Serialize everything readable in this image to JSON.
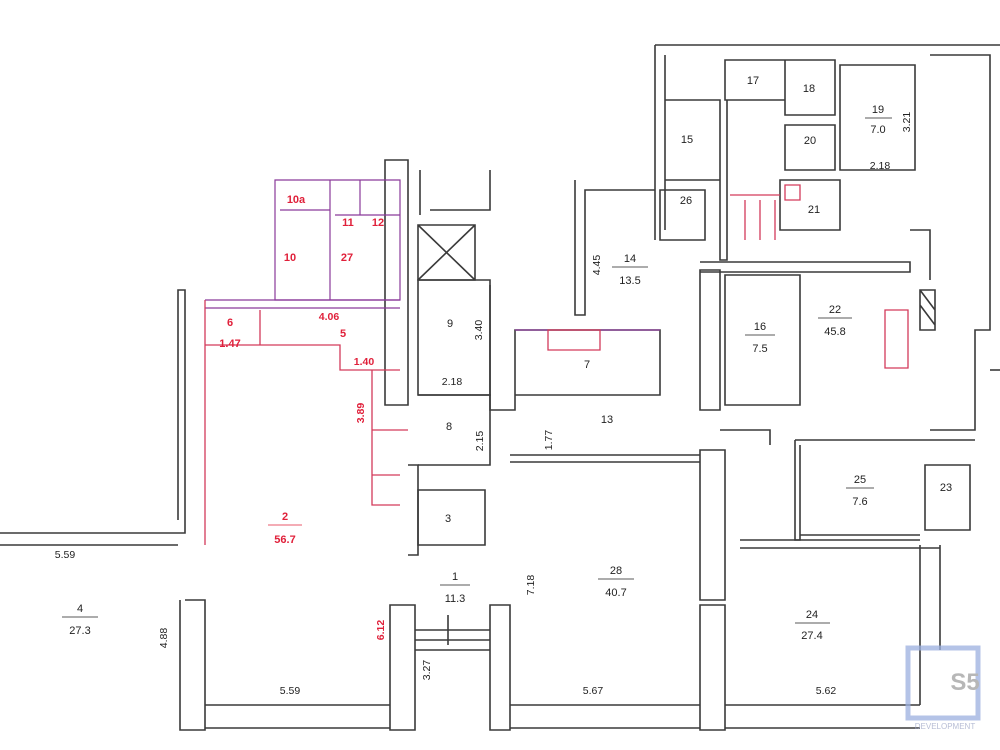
{
  "rooms": {
    "r1": {
      "num": "1",
      "area": "11.3"
    },
    "r2": {
      "num": "2",
      "area": "56.7"
    },
    "r3": {
      "num": "3"
    },
    "r4": {
      "num": "4",
      "area": "27.3"
    },
    "r5": {
      "num": "5"
    },
    "r6": {
      "num": "6",
      "area": "1.47"
    },
    "r7": {
      "num": "7"
    },
    "r8": {
      "num": "8"
    },
    "r9": {
      "num": "9"
    },
    "r10": {
      "num": "10"
    },
    "r10a": {
      "num": "10a"
    },
    "r11": {
      "num": "11"
    },
    "r12": {
      "num": "12"
    },
    "r13": {
      "num": "13"
    },
    "r14": {
      "num": "14",
      "area": "13.5"
    },
    "r15": {
      "num": "15"
    },
    "r16": {
      "num": "16",
      "area": "7.5"
    },
    "r17": {
      "num": "17"
    },
    "r18": {
      "num": "18"
    },
    "r19": {
      "num": "19",
      "area": "7.0"
    },
    "r20": {
      "num": "20"
    },
    "r21": {
      "num": "21"
    },
    "r22": {
      "num": "22",
      "area": "45.8"
    },
    "r23": {
      "num": "23"
    },
    "r24": {
      "num": "24",
      "area": "27.4"
    },
    "r25": {
      "num": "25",
      "area": "7.6"
    },
    "r26": {
      "num": "26"
    },
    "r27": {
      "num": "27"
    },
    "r28": {
      "num": "28",
      "area": "40.7"
    }
  },
  "dims": {
    "d1": "5.59",
    "d2": "5.59",
    "d3": "5.67",
    "d4": "5.62",
    "d5": "4.88",
    "d6": "3.27",
    "d7": "7.18",
    "d8": "3.40",
    "d9": "2.18",
    "d10": "2.15",
    "d11": "1.77",
    "d12": "4.45",
    "d13": "3.21",
    "d14": "2.18",
    "r1": "4.06",
    "r2": "1.40",
    "r3": "3.89",
    "r4": "6.12"
  },
  "logo": {
    "mark": "S5",
    "sub": "DEVELOPMENT"
  }
}
